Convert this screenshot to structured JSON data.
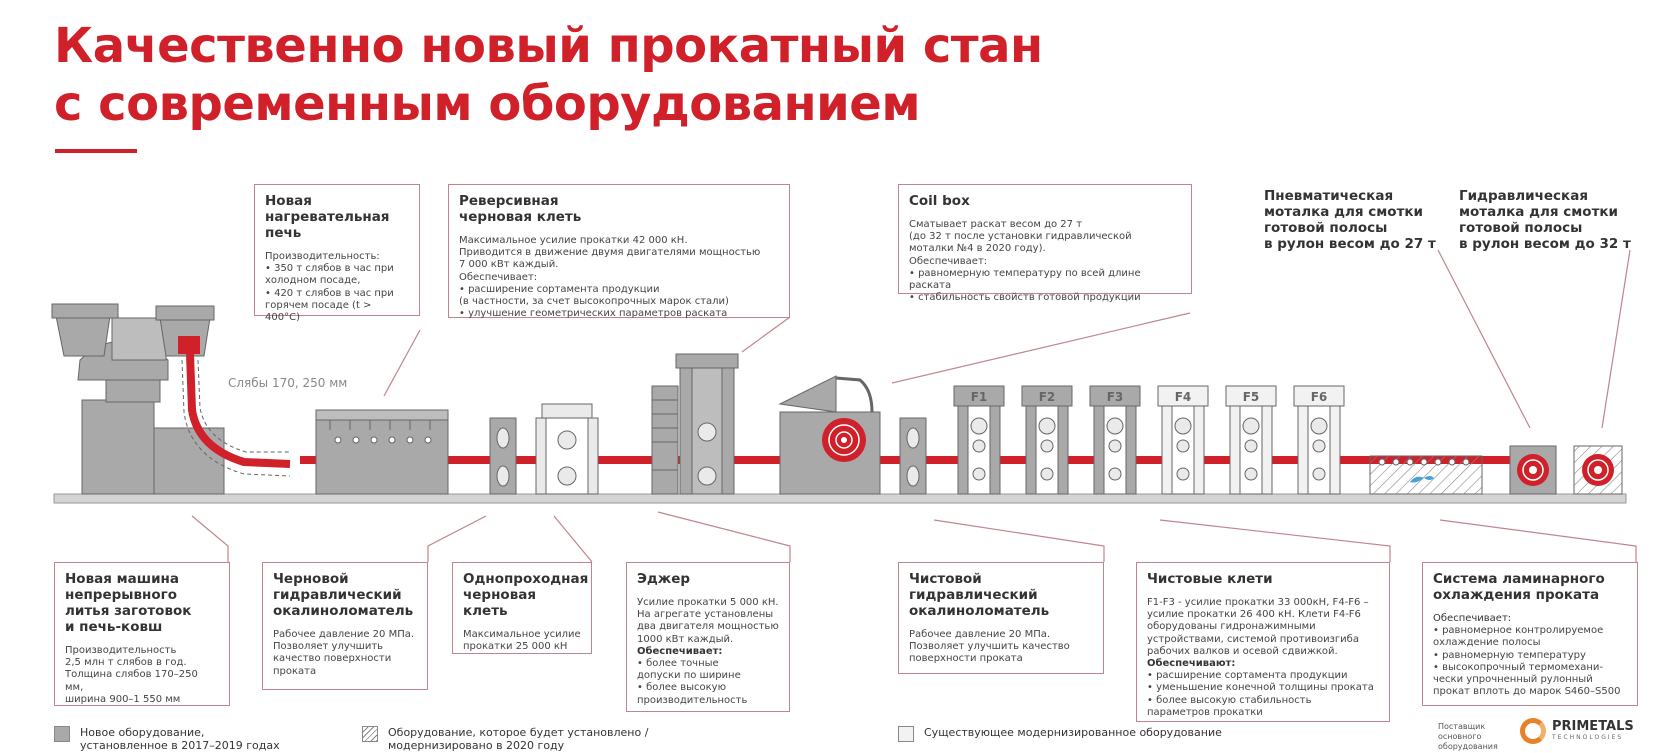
{
  "title": {
    "line1": "Качественно новый прокатный стан",
    "line2": "с современным оборудованием"
  },
  "top": {
    "furnace": {
      "heading": "Новая\nнагревательная\nпечь",
      "text": "Производительность:\n• 350 т слябов в час при\nхолодном посаде,\n• 420 т слябов в час при\nгорячем посаде (t > 400°С)"
    },
    "reversing": {
      "heading": "Реверсивная\nчерновая клеть",
      "text": "Максимальное усилие прокатки 42 000 кН.\nПриводится в движение двумя двигателями мощностью\n7 000 кВт каждый.\nОбеспечивает:\n• расширение сортамента продукции\n(в частности, за счет высокопрочных марок стали)\n• улучшение геометрических параметров раската"
    },
    "coilbox": {
      "heading": "Coil box",
      "text": "Сматывает раскат весом до 27 т\n(до 32 т после установки гидравлической\nмоталки №4 в 2020 году).\nОбеспечивает:\n• равномерную температуру по всей длине раската\n• стабильность свойств готовой продукции"
    },
    "pneumatic": {
      "heading": "Пневматическая\nмоталка для смотки\nготовой полосы\nв рулон весом до 27 т"
    },
    "hydraulic": {
      "heading": "Гидравлическая\nмоталка для смотки\nготовой полосы\nв рулон весом до 32 т"
    }
  },
  "slabs_label": "Слябы 170, 250 мм",
  "stands": [
    "F1",
    "F2",
    "F3",
    "F4",
    "F5",
    "F6"
  ],
  "bottom": {
    "caster": {
      "heading": "Новая машина\nнепрерывного\nлитья заготовок\nи печь-ковш",
      "text": "Производительность\n2,5 млн т слябов в год.\nТолщина слябов 170–250 мм,\nширина 900–1 550 мм"
    },
    "rough_descaler": {
      "heading": "Черновой\nгидравлический\nокалиноломатель",
      "text": "Рабочее давление 20 МПа.\nПозволяет улучшить\nкачество поверхности\nпроката"
    },
    "single_pass": {
      "heading": "Однопроходная\nчерновая клеть",
      "text": "Максимальное усилие\nпрокатки  25 000 кН"
    },
    "edger": {
      "heading": "Эджер",
      "text": "Усилие прокатки 5 000 кН.\nНа агрегате установлены\nдва двигателя мощностью\n1000 кВт каждый.",
      "sub": "Обеспечивает:",
      "text2": "• более точные\n  допуски по ширине\n• более высокую\n  производительность"
    },
    "finish_descaler": {
      "heading": "Чистовой\nгидравлический\nокалиноломатель",
      "text": "Рабочее давление 20 МПа.\nПозволяет улучшить качество\nповерхности проката"
    },
    "finishing": {
      "heading": "Чистовые клети",
      "text": "F1-F3 - усилие прокатки 33 000кН, F4-F6 –\nусилие прокатки 26 400 кН. Клети F4-F6\nоборудованы гидронажимными\nустройствами, системой противоизгиба\nрабочих валков и осевой сдвижкой.",
      "sub": "Обеспечивают:",
      "text2": "• расширение сортамента продукции\n• уменьшение конечной толщины проката\n• более высокую стабильность\n  параметров прокатки"
    },
    "cooling": {
      "heading": "Система ламинарного\nохлаждения проката",
      "sub": "Обеспечивает:",
      "text2": "• равномерное контролируемое\n  охлаждение полосы\n• равномерную температуру\n• высокопрочный термомехани-\n  чески упрочненный рулонный\n  прокат вплоть до марок S460–S500"
    }
  },
  "legend": {
    "new": "Новое оборудование,\nустановленное в 2017–2019 годах",
    "planned": "Оборудование, которое будет установлено /\nмодернизировано в 2020 году",
    "existing": "Существующее модернизированное оборудование"
  },
  "supplier": "Поставщик\nосновного\nоборудования",
  "logo": {
    "name": "PRIMETALS",
    "tech": "TECHNOLOGIES"
  },
  "colors": {
    "accent": "#d0202a",
    "equipment_new": "#a9a9a9",
    "equipment_existing": "#eaeaea",
    "logo_orange": "#e8822a"
  }
}
